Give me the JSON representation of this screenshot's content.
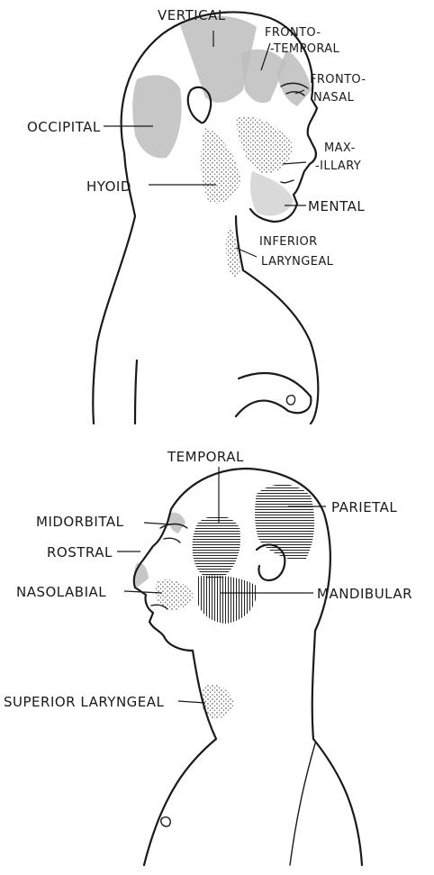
{
  "top_figure": {
    "labels": {
      "vertical": "VERTICAL",
      "fronto_temporal_1": "FRONTO-",
      "fronto_temporal_2": "-TEMPORAL",
      "fronto_nasal_1": "FRONTO-",
      "fronto_nasal_2": "NASAL",
      "occipital": "OCCIPITAL",
      "maxillary_1": "MAX-",
      "maxillary_2": "-ILLARY",
      "hyoid": "HYOID",
      "mental": "MENTAL",
      "inferior_laryngeal_1": "INFERIOR",
      "inferior_laryngeal_2": "LARYNGEAL"
    }
  },
  "bottom_figure": {
    "labels": {
      "temporal": "TEMPORAL",
      "midorbital": "MIDORBITAL",
      "parietal": "PARIETAL",
      "rostral": "ROSTRAL",
      "nasolabial": "NASOLABIAL",
      "mandibular": "MANDIBULAR",
      "superior_laryngeal": "SUPERIOR LARYNGEAL"
    }
  }
}
